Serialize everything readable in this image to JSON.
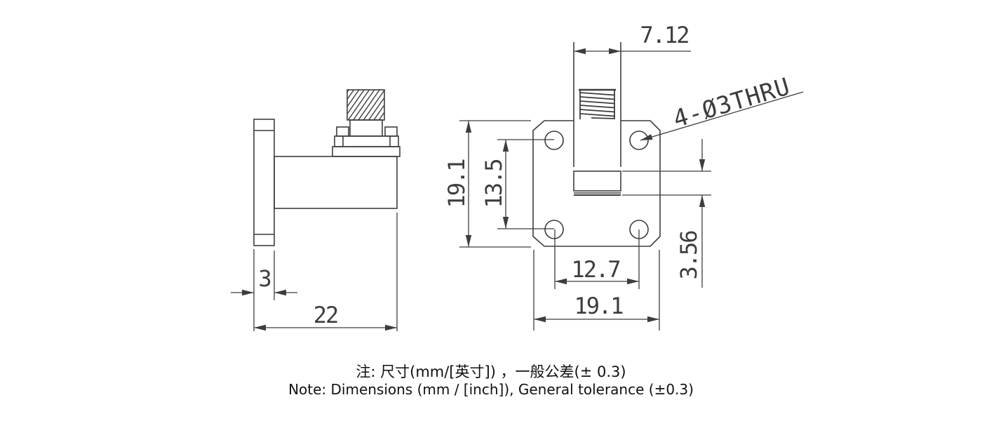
{
  "drawing": {
    "title": "waveguide-to-coax adapter dimension drawing",
    "dimensions": {
      "aperture_width": "7.12",
      "hole_callout": "4-Ø3THRU",
      "plate_height": "19.1",
      "hole_spacing_vertical": "13.5",
      "aperture_height": "3.56",
      "hole_spacing_horizontal": "12.7",
      "plate_width": "19.1",
      "flange_thickness": "3",
      "body_length": "22"
    },
    "notes": {
      "zh": "注: 尺寸(mm/[英寸]) ，一般公差(± 0.3)",
      "en": "Note: Dimensions (mm / [inch]), General tolerance (±0.3)"
    },
    "colors": {
      "line": "#3d3d3d",
      "text": "#3d3d3d",
      "note_text": "#111111",
      "background": "#ffffff"
    }
  }
}
